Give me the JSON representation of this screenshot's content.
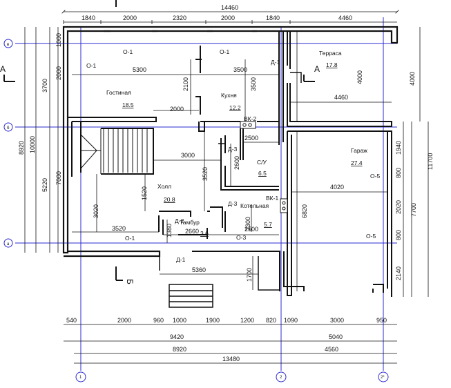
{
  "dims": {
    "top_total": "14460",
    "top": [
      "1840",
      "2000",
      "2320",
      "2000",
      "1840",
      "4460"
    ],
    "inner_a": "5300",
    "inner_b": "3500",
    "inner_c": "4460",
    "inner_d": "2000",
    "inner_e": "2500",
    "inner_f": "3000",
    "inner_g": "4020",
    "inner_h": "3520",
    "inner_i": "2660",
    "inner_j": "2500",
    "inner_k": "5360",
    "left_total": "10000",
    "left_8920": "8920",
    "left": [
      "1000",
      "2000",
      "3700",
      "7000",
      "5220"
    ],
    "v_2100": "2100",
    "v_3500": "3500",
    "v_4000": "4000",
    "v_2600": "2600",
    "v_3520": "3520",
    "v_1520": "1520",
    "v_3020": "3020",
    "v_1380": "1380",
    "v_2300": "2300",
    "v_6820": "6820",
    "v_1700": "1700",
    "right_total": "11700",
    "right_7700": "7700",
    "right_4000": "4000",
    "right": [
      "1940",
      "800",
      "2020",
      "800",
      "2140"
    ],
    "bottom1": [
      "540",
      "2000",
      "960",
      "1000",
      "1900",
      "1200",
      "820",
      "1090",
      "3000",
      "950"
    ],
    "bottom2": [
      "9420",
      "5040"
    ],
    "bottom3": [
      "8920",
      "4560"
    ],
    "bottom_total": "13480"
  },
  "rooms": {
    "terrace": {
      "name": "Терраса",
      "area": "17.8"
    },
    "living": {
      "name": "Гостиная",
      "area": "18.5"
    },
    "kitchen": {
      "name": "Кухня",
      "area": "12.2"
    },
    "garage": {
      "name": "Гараж",
      "area": "27.4"
    },
    "bath": {
      "name": "С/У",
      "area": "6.5"
    },
    "hall": {
      "name": "Холл",
      "area": "20.8"
    },
    "boiler": {
      "name": "Котельная",
      "area": "5.7"
    },
    "vestibule": {
      "name": "Тамбур",
      "area": "3.6"
    }
  },
  "marks": {
    "o1": "О-1",
    "o3": "О-3",
    "o5": "О-5",
    "d1": "Д-1",
    "d2": "Д-2",
    "d3": "Д-3",
    "vk1": "ВК-1",
    "vk2": "ВК-2"
  },
  "axes": {
    "v": "в",
    "b": "б",
    "a": "а",
    "n1": "1",
    "n2": "2",
    "n2p": "2*"
  },
  "sections": {
    "a": "А",
    "b": "Б"
  }
}
